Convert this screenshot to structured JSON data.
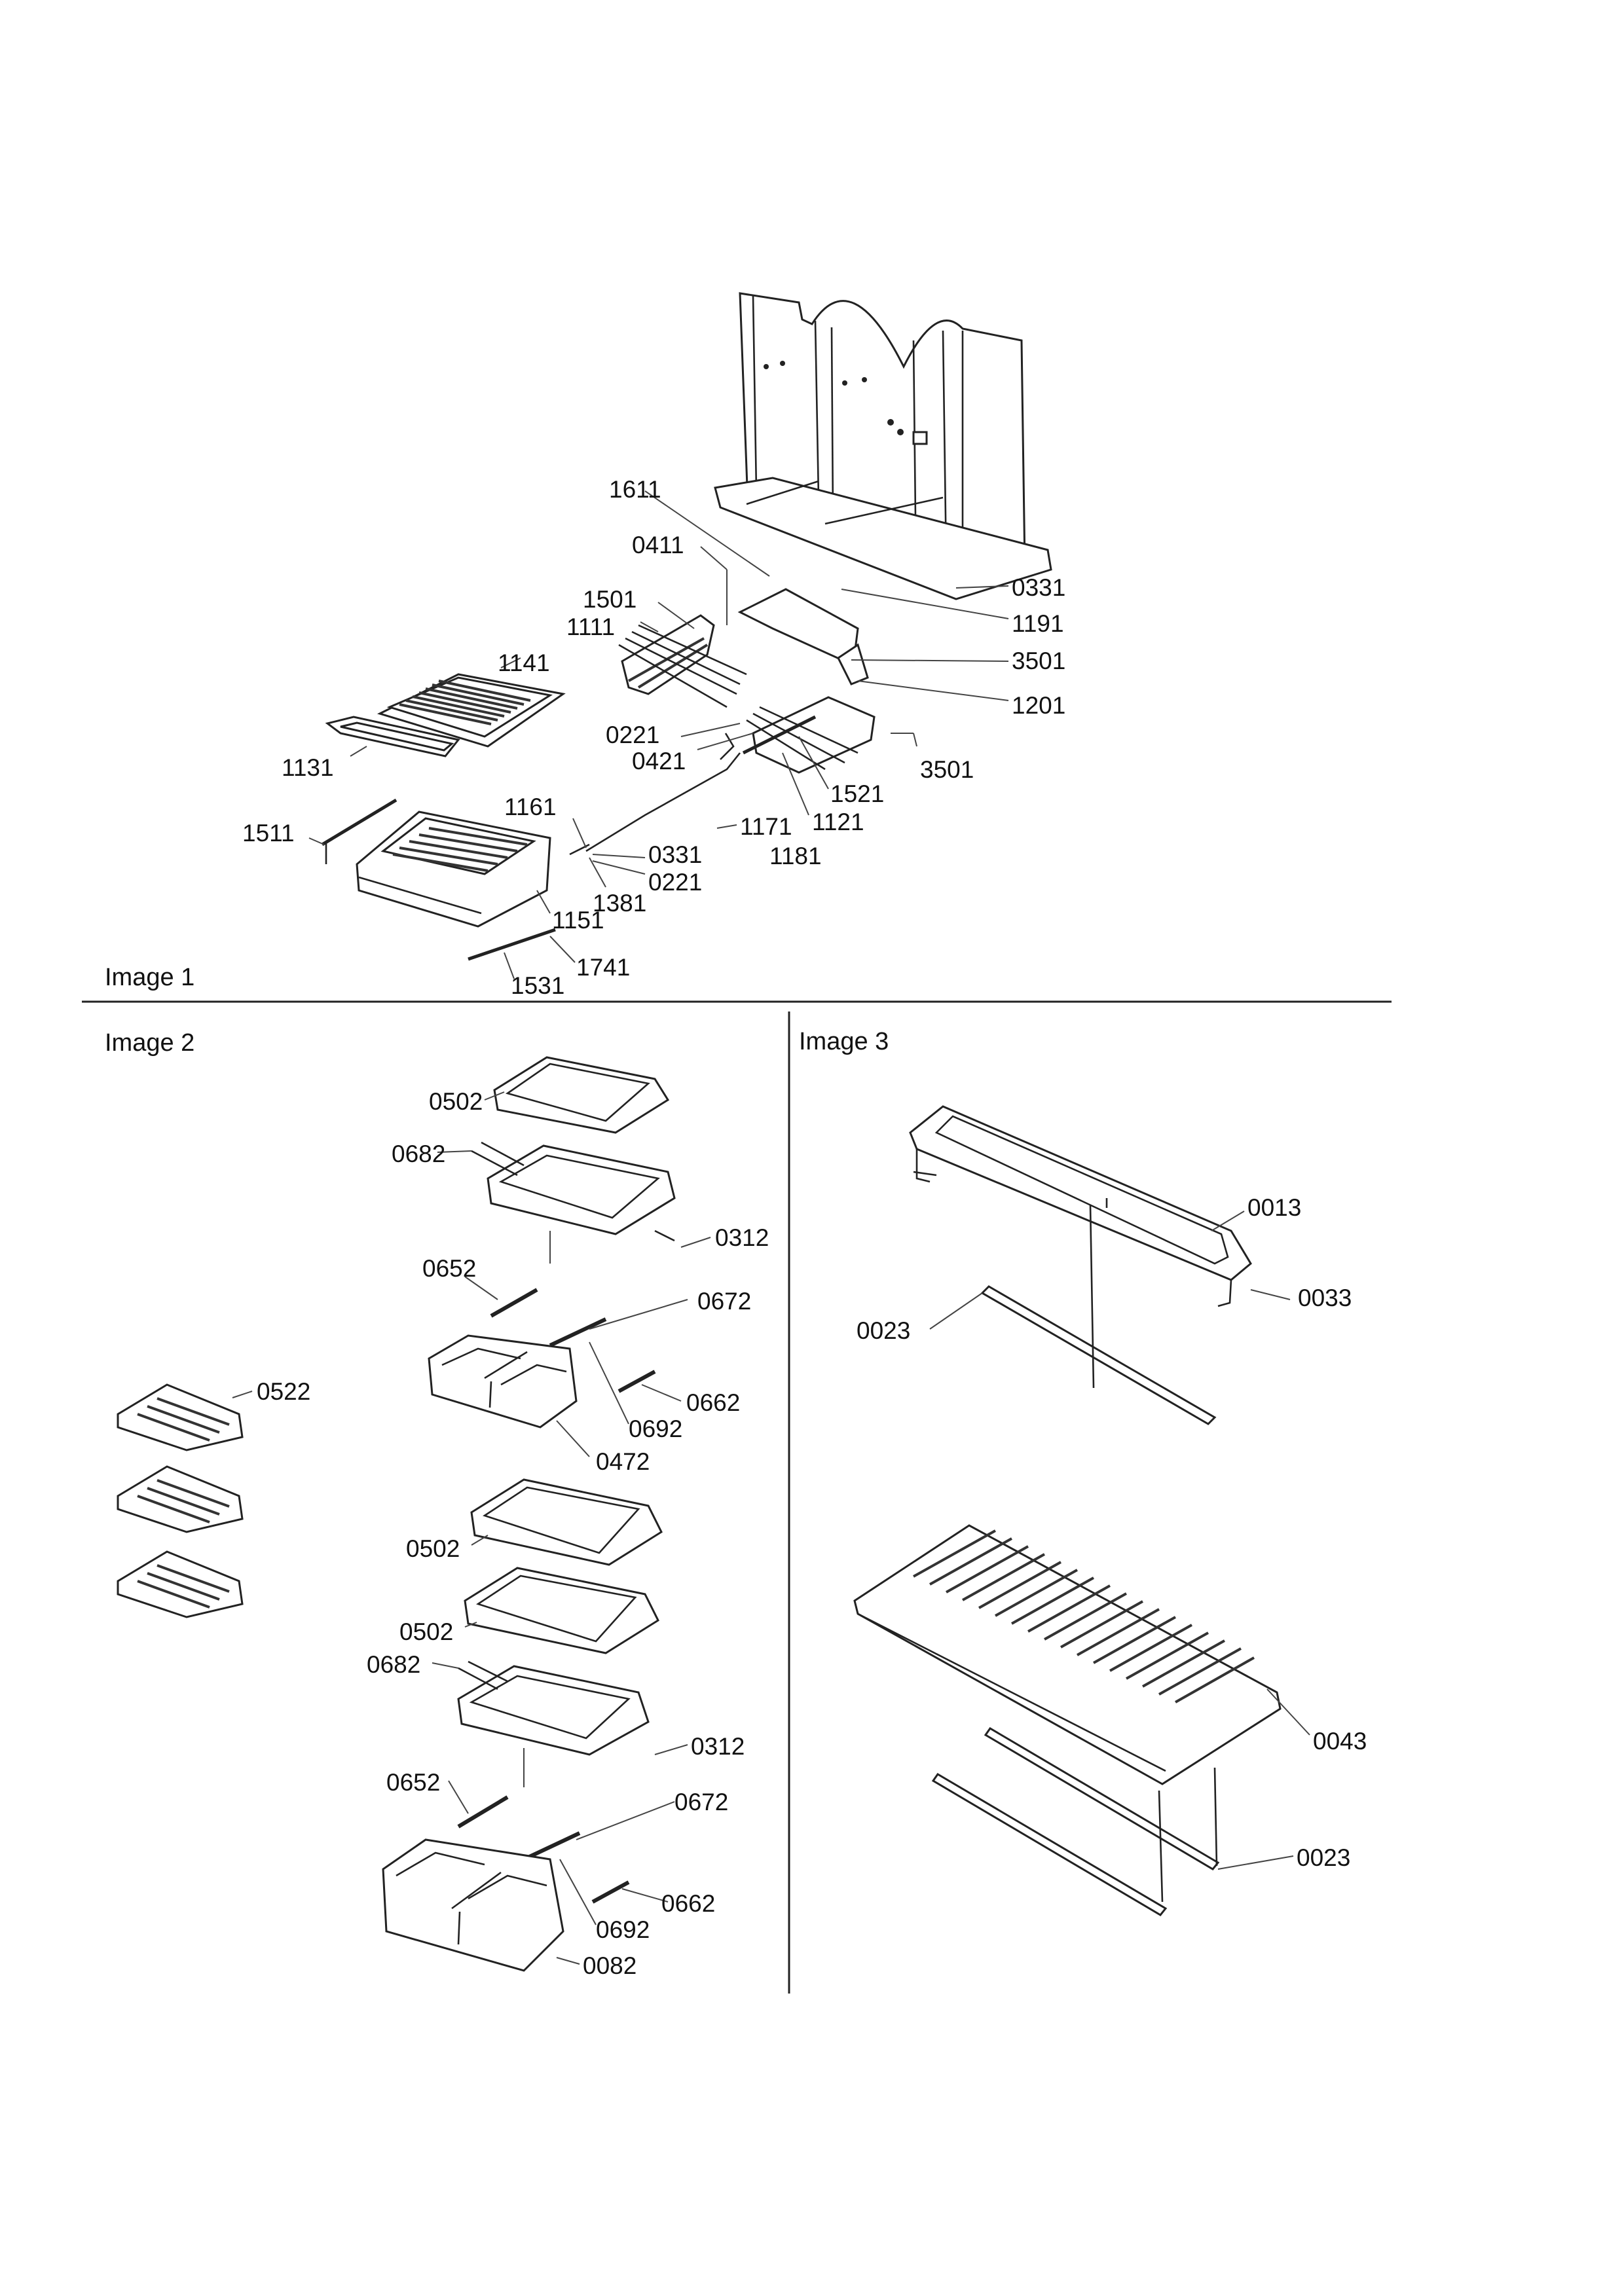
{
  "sections": [
    {
      "id": "image1",
      "title": "Image 1"
    },
    {
      "id": "image2",
      "title": "Image 2"
    },
    {
      "id": "image3",
      "title": "Image 3"
    }
  ],
  "image1": {
    "labels": [
      "1611",
      "0411",
      "1501",
      "1111",
      "1141",
      "0331",
      "1191",
      "3501",
      "1201",
      "1131",
      "0221",
      "0421",
      "3501",
      "1521",
      "1121",
      "1161",
      "1171",
      "1181",
      "1511",
      "0331",
      "0221",
      "1381",
      "1151",
      "1741",
      "1531"
    ]
  },
  "image2": {
    "labels": [
      "0502",
      "0682",
      "0312",
      "0652",
      "0672",
      "0522",
      "0692",
      "0662",
      "0472",
      "0502",
      "0502",
      "0682",
      "0312",
      "0652",
      "0672",
      "0662",
      "0692",
      "0082"
    ]
  },
  "image3": {
    "labels": [
      "0013",
      "0033",
      "0023",
      "0043",
      "0023"
    ]
  }
}
